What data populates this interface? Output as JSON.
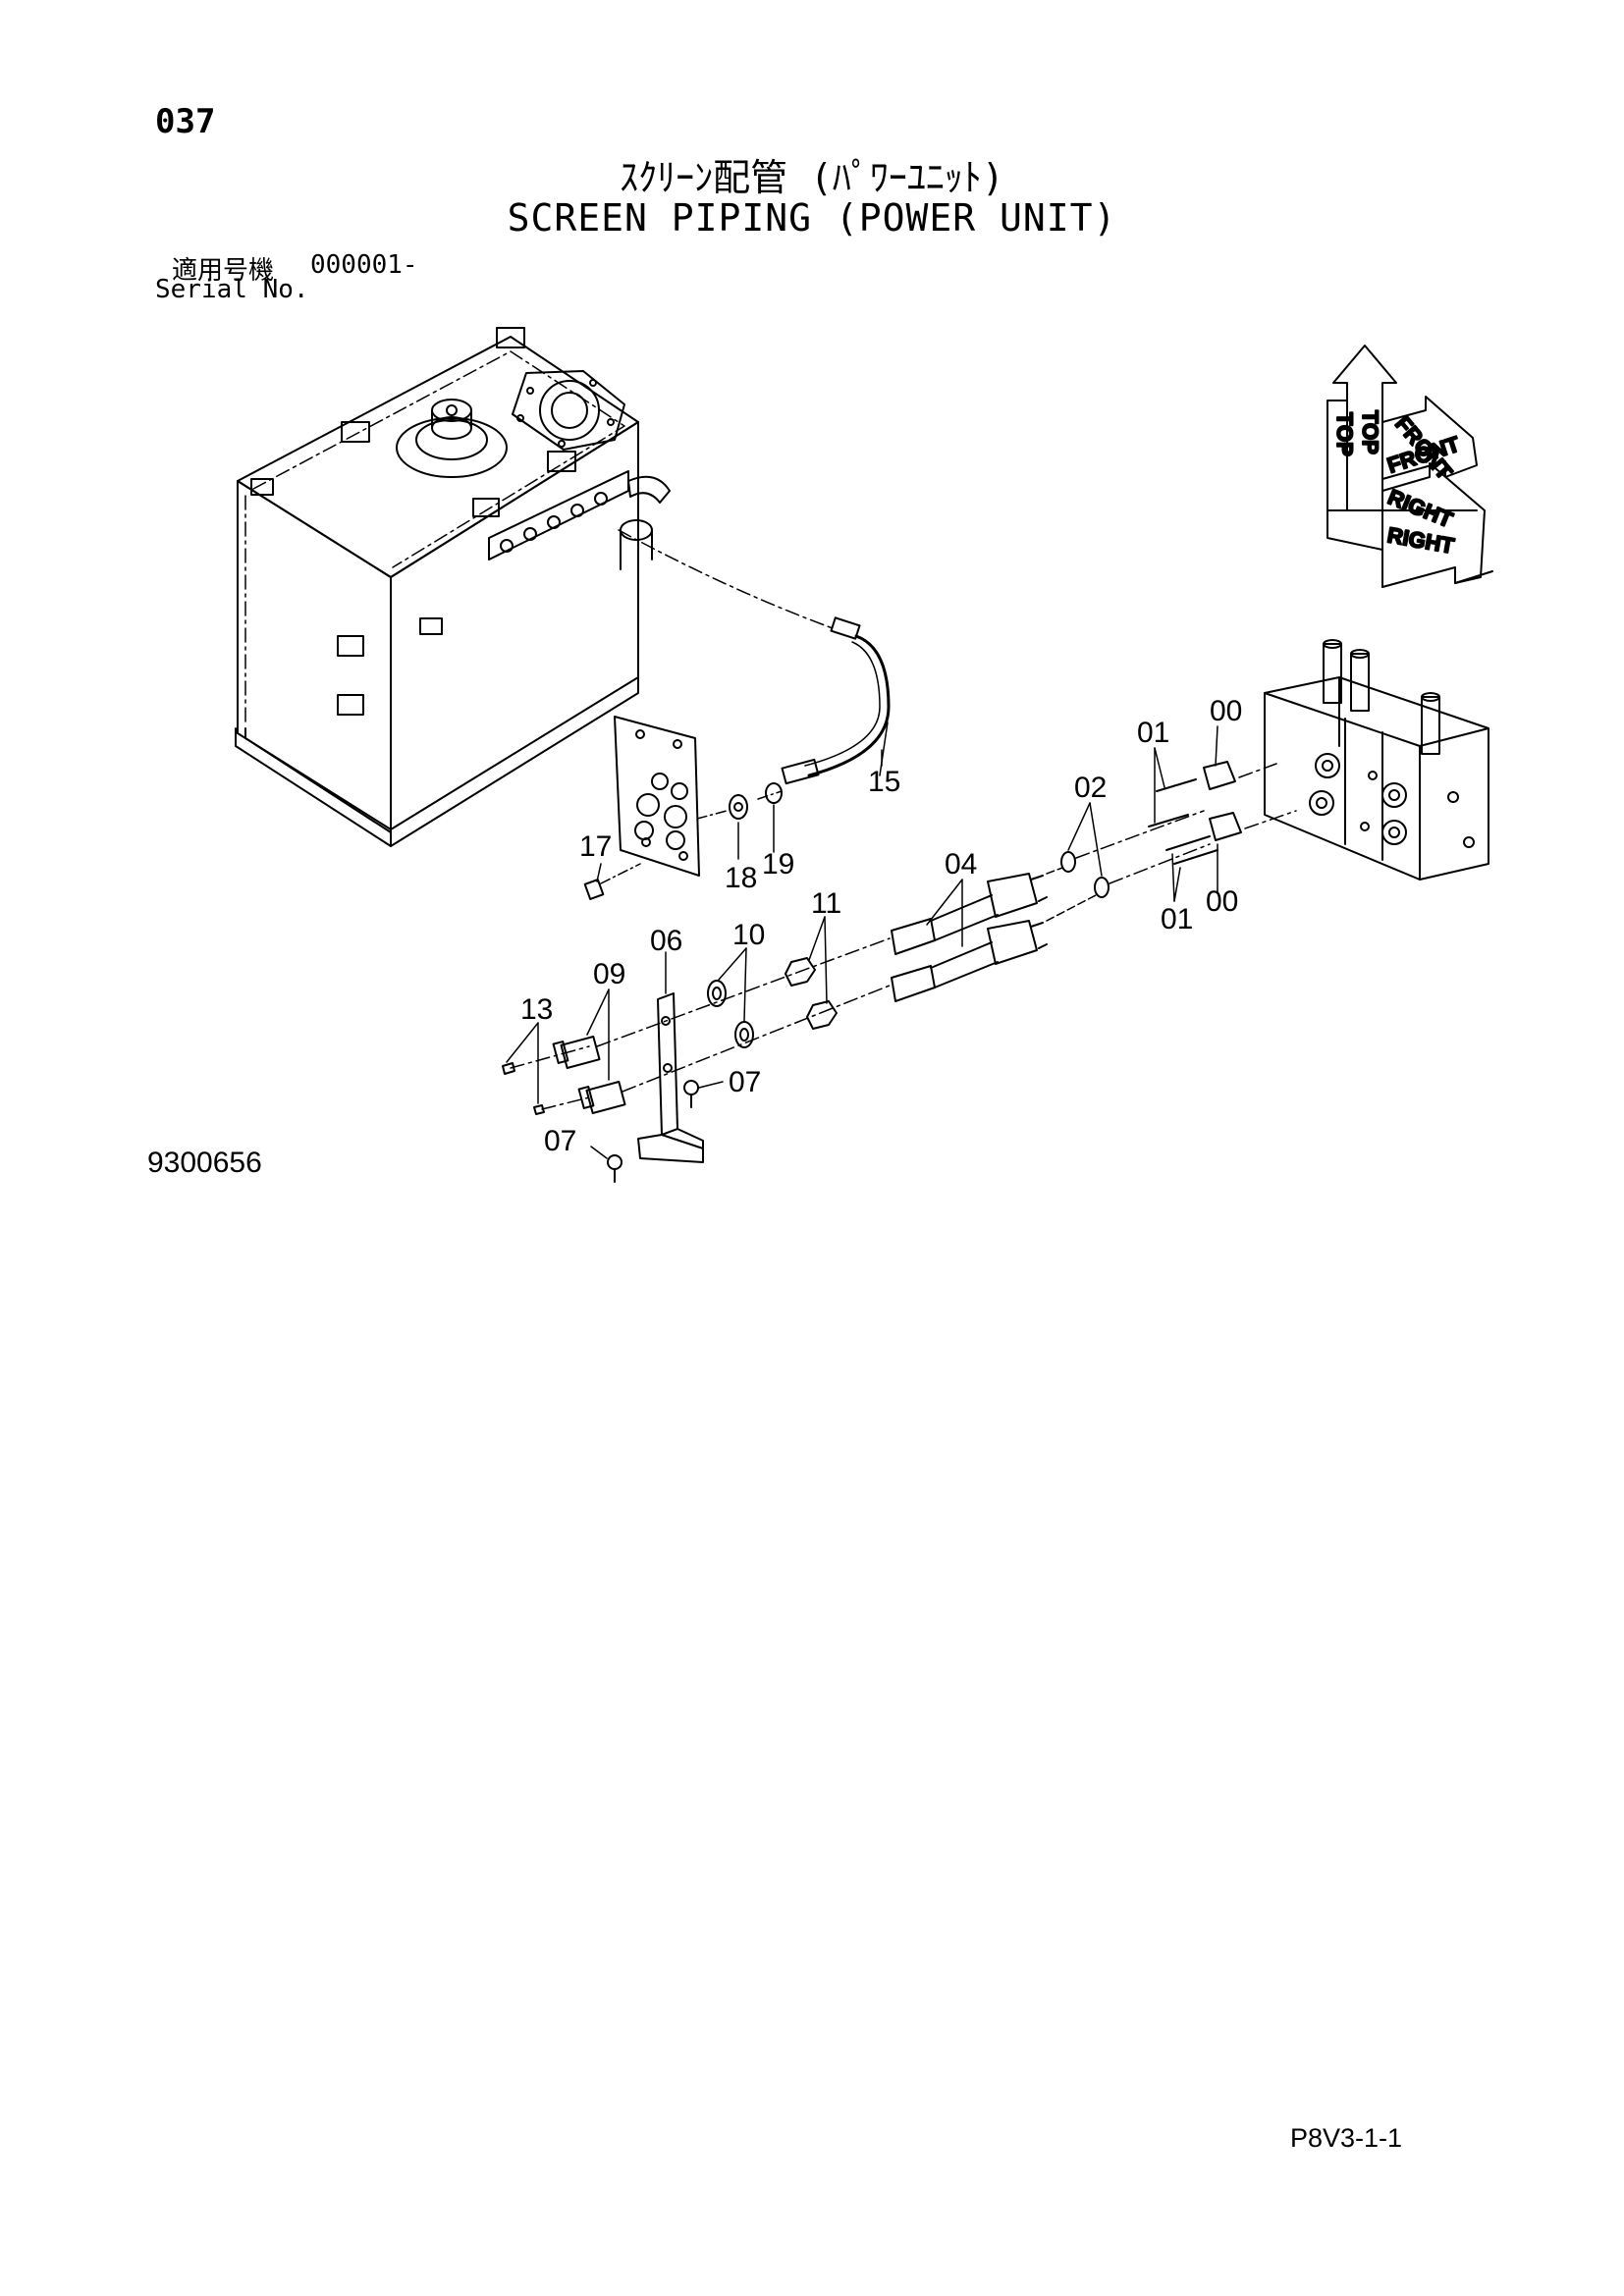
{
  "page": {
    "number": "037",
    "title_jp": "ｽｸﾘｰﾝ配管 (ﾊﾟﾜｰﾕﾆｯﾄ)",
    "title_en": "SCREEN PIPING (POWER UNIT)",
    "serial_label_jp": "適用号機",
    "serial_value": "000001-",
    "serial_label_en": "Serial No.",
    "figure_number": "9300656",
    "footer_code": "P8V3-1-1"
  },
  "direction_indicator": {
    "top_a": "TOP",
    "top_b": "TOP",
    "front_a": "FRONT",
    "front_b": "FRONT",
    "right_a": "RIGHT",
    "right_b": "RIGHT"
  },
  "callouts": {
    "c00a": "00",
    "c00b": "00",
    "c01a": "01",
    "c01b": "01",
    "c02": "02",
    "c04": "04",
    "c06": "06",
    "c07a": "07",
    "c07b": "07",
    "c09": "09",
    "c10": "10",
    "c11": "11",
    "c13": "13",
    "c15": "15",
    "c17": "17",
    "c18": "18",
    "c19": "19"
  }
}
